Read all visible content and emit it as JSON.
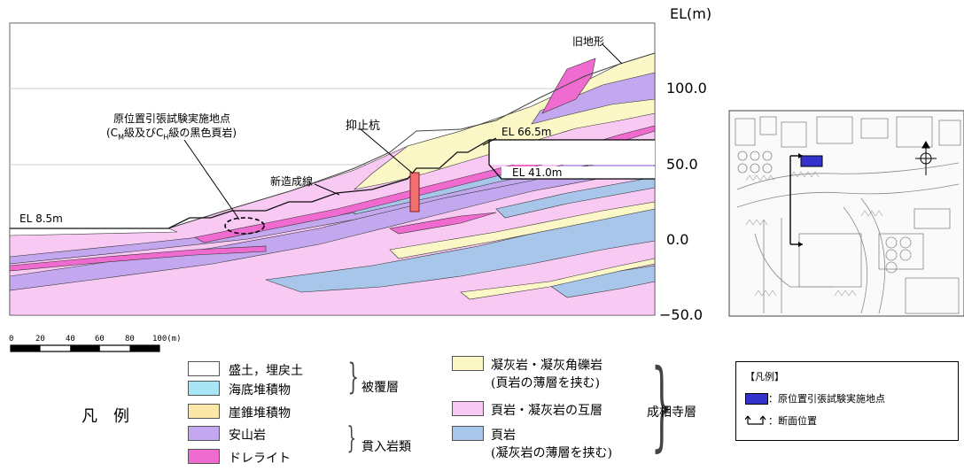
{
  "section": {
    "axis_unit": "EL(m)",
    "elevation_ticks": [
      "100.0",
      "50.0",
      "0.0",
      "−50.0"
    ],
    "labels": {
      "old_terrain": "旧地形",
      "test_point_line1": "原位置引張試験実施地点",
      "test_point_line2": "(C",
      "test_point_sub1": "M",
      "test_point_mid": "級及びC",
      "test_point_sub2": "H",
      "test_point_end": "級の黒色頁岩)",
      "pile": "抑止杭",
      "new_line": "新造成線",
      "el_8_5": "EL 8.5m",
      "el_66_5": "EL 66.5m",
      "el_41_0": "EL 41.0m"
    }
  },
  "scale_bar": {
    "ticks": [
      "0",
      "20",
      "40",
      "60",
      "80",
      "100(m)"
    ]
  },
  "legend": {
    "title": "凡　例",
    "items": [
      {
        "label": "盛土，埋戻土",
        "color": "#ffffff"
      },
      {
        "label": "海底堆積物",
        "color": "#a8e6f5"
      },
      {
        "label": "崖錐堆積物",
        "color": "#fbe7a8"
      },
      {
        "label": "安山岩",
        "color": "#c3a8ef"
      },
      {
        "label": "ドレライト",
        "color": "#f06bd0"
      },
      {
        "label": "凝灰岩・凝灰角礫岩",
        "sub": "(頁岩の薄層を挟む)",
        "color": "#fbf7c7"
      },
      {
        "label": "頁岩・凝灰岩の互層",
        "color": "#f8c9f3"
      },
      {
        "label": "頁岩",
        "sub": "(凝灰岩の薄層を挟む)",
        "color": "#a8c6ea"
      }
    ],
    "groups": {
      "cover": "被覆層",
      "intrusive": "貫入岩類",
      "formation": "成相寺層"
    }
  },
  "map": {
    "legend_title": "【凡例】",
    "legend_point": "：原位置引張試験実施地点",
    "legend_section": "：断面位置",
    "point_color": "#3333cc"
  }
}
